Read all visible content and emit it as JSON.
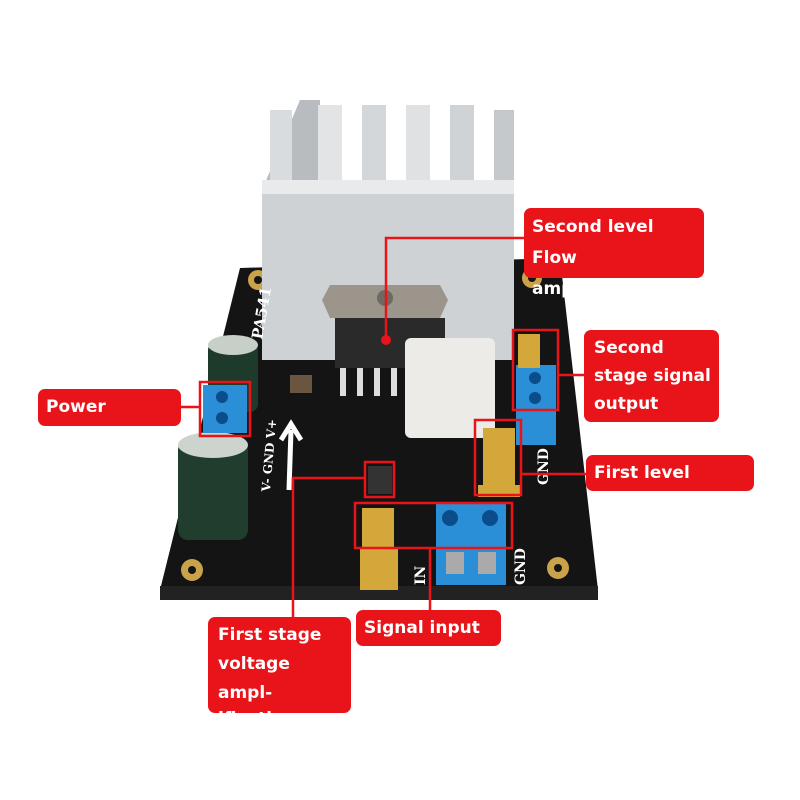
{
  "labels": {
    "second_level": [
      "Second level",
      "Flow amplification"
    ],
    "second_stage_output": [
      "Second",
      "stage signal",
      "output"
    ],
    "power_supply": "Power supply",
    "first_level_output": "First level output",
    "signal_input": "Signal input",
    "first_stage": [
      "First stage",
      "voltage ampl-",
      "ification"
    ]
  },
  "silkscreen": {
    "chip": "PA541",
    "power_pins": "V- GND V+",
    "in": "IN",
    "gnd_bottom": "GND",
    "gnd_right": "GND"
  },
  "colors": {
    "label_bg": "#e8141a",
    "board": "#141414",
    "terminal": "#2a8fd6",
    "heatsink": "#c9ccd0"
  }
}
